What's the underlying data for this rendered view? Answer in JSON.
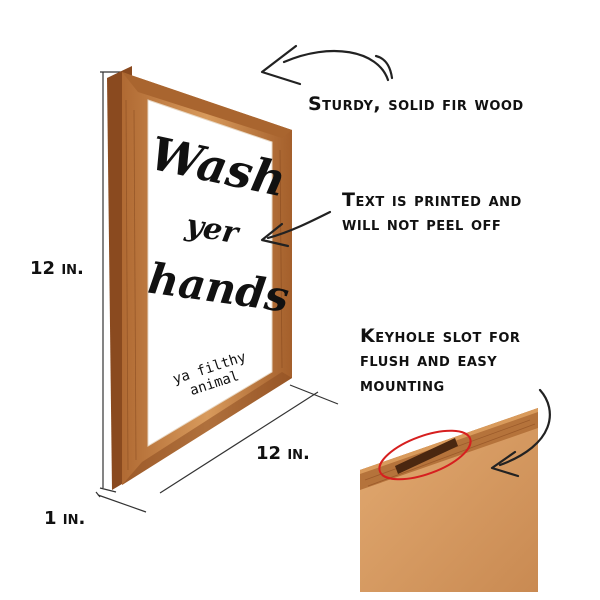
{
  "callouts": {
    "wood": "Sturdy, solid fir wood",
    "text_line1": "Text is printed and",
    "text_line2": "will not peel off",
    "keyhole_line1": "Keyhole slot for",
    "keyhole_line2": "flush and easy",
    "keyhole_line3": "mounting"
  },
  "dimensions": {
    "height": "12 in.",
    "width": "12 in.",
    "depth": "1 in."
  },
  "sign": {
    "line1": "Wash",
    "line2": "yer",
    "line3": "hands",
    "line4": "ya filthy animal"
  },
  "colors": {
    "wood_light": "#c8854a",
    "wood_dark": "#6b3a1c",
    "panel": "#ffffff",
    "backing": "#d9a06a",
    "highlight_ring": "#d61f1f"
  }
}
